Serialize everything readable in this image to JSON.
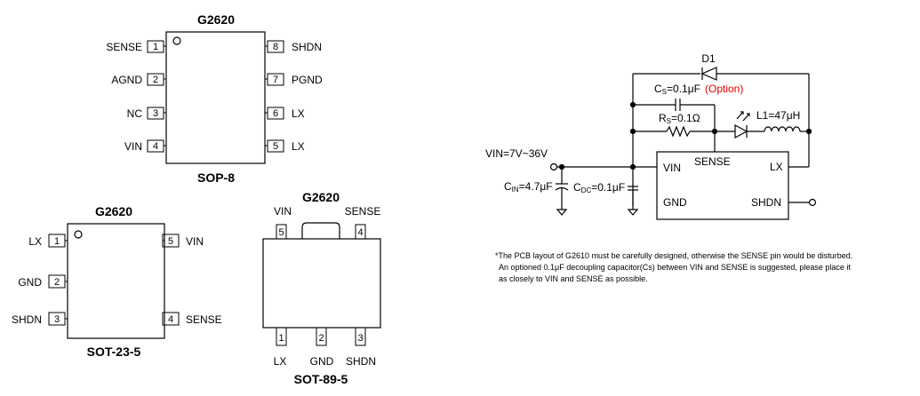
{
  "sop8": {
    "title": "G2620",
    "package": "SOP-8",
    "left_pins": [
      {
        "num": "1",
        "name": "SENSE"
      },
      {
        "num": "2",
        "name": "AGND"
      },
      {
        "num": "3",
        "name": "NC"
      },
      {
        "num": "4",
        "name": "VIN"
      }
    ],
    "right_pins": [
      {
        "num": "8",
        "name": "SHDN"
      },
      {
        "num": "7",
        "name": "PGND"
      },
      {
        "num": "6",
        "name": "LX"
      },
      {
        "num": "5",
        "name": "LX"
      }
    ]
  },
  "sot23": {
    "title": "G2620",
    "package": "SOT-23-5",
    "left_pins": [
      {
        "num": "1",
        "name": "LX"
      },
      {
        "num": "2",
        "name": "GND"
      },
      {
        "num": "3",
        "name": "SHDN"
      }
    ],
    "right_pins": [
      {
        "num": "5",
        "name": "VIN"
      },
      {
        "num": "4",
        "name": "SENSE"
      }
    ]
  },
  "sot89": {
    "title": "G2620",
    "package": "SOT-89-5",
    "top_pins": [
      {
        "num": "5",
        "name": "VIN"
      },
      {
        "num": "4",
        "name": "SENSE"
      }
    ],
    "bottom_pins": [
      {
        "num": "1",
        "name": "LX"
      },
      {
        "num": "2",
        "name": "GND"
      },
      {
        "num": "3",
        "name": "SHDN"
      }
    ]
  },
  "schematic": {
    "d1": "D1",
    "cs_prefix": "C",
    "cs_sub": "S",
    "cs_value": "=0.1μF",
    "cs_option": "(Option)",
    "rs_prefix": "R",
    "rs_sub": "S",
    "rs_value": "=0.1Ω",
    "l1": "L1=47μH",
    "vin_label": "VIN=7V~36V",
    "cin_prefix": "C",
    "cin_sub": "IN",
    "cin_value": "=4.7μF",
    "cdc_prefix": "C",
    "cdc_sub": "DC",
    "cdc_value": "=0.1μF",
    "ic_vin": "VIN",
    "ic_sense": "SENSE",
    "ic_lx": "LX",
    "ic_gnd": "GND",
    "ic_shdn": "SHDN"
  },
  "note": {
    "line1": "*The PCB layout of G2610 must be carefully designed, otherwise the SENSE pin would be disturbed.",
    "line2": "An optioned 0.1μF decoupling capacitor(Cs) between VIN and SENSE is suggested, please place it",
    "line3": "as closely to VIN and SENSE as possible."
  },
  "colors": {
    "line": "#000000",
    "option_text": "#e00000",
    "background": "#ffffff"
  }
}
